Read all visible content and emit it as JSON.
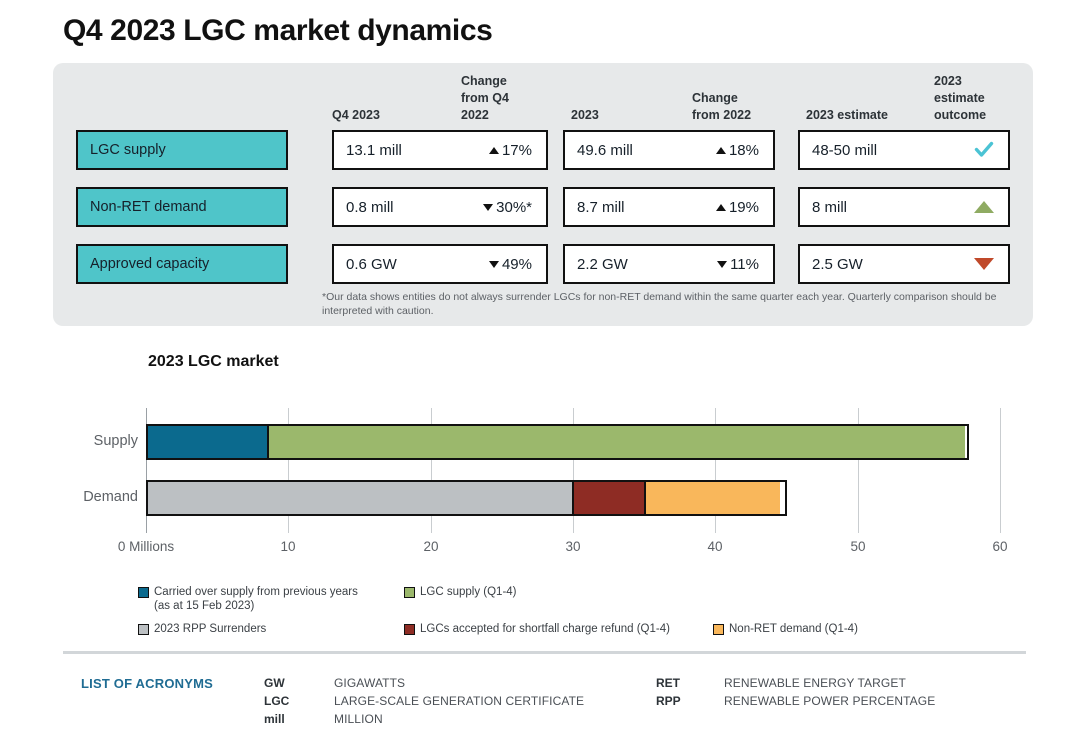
{
  "page_title": "Q4 2023 LGC market dynamics",
  "summary_table": {
    "column_headers": [
      "Q4 2023",
      "Change\nfrom Q4\n2022",
      "2023",
      "Change\nfrom 2022",
      "2023 estimate",
      "2023\nestimate\noutcome"
    ],
    "header_q4_2023": "Q4 2023",
    "header_change_q4_2022_l1": "Change",
    "header_change_q4_2022_l2": "from Q4",
    "header_change_q4_2022_l3": "2022",
    "header_2023": "2023",
    "header_change_2022_l1": "Change",
    "header_change_2022_l2": "from 2022",
    "header_2023_estimate": "2023 estimate",
    "header_outcome_l1": "2023",
    "header_outcome_l2": "estimate",
    "header_outcome_l3": "outcome",
    "rows": [
      {
        "label": "LGC supply",
        "q4_2023": "13.1 mill",
        "change_q4": "17%",
        "change_q4_dir": "up",
        "y2023": "49.6 mill",
        "change_2023": "18%",
        "change_2023_dir": "up",
        "estimate": "48-50 mill",
        "outcome_icon": "check-icon",
        "outcome_color": "#4bc3d4"
      },
      {
        "label": "Non-RET demand",
        "q4_2023": "0.8 mill",
        "change_q4": "30%*",
        "change_q4_dir": "down",
        "y2023": "8.7 mill",
        "change_2023": "19%",
        "change_2023_dir": "up",
        "estimate": "8 mill",
        "outcome_icon": "triangle-up-icon",
        "outcome_color": "#8fab62"
      },
      {
        "label": "Approved capacity",
        "q4_2023": "0.6 GW",
        "change_q4": "49%",
        "change_q4_dir": "down",
        "y2023": "2.2 GW",
        "change_2023": "11%",
        "change_2023_dir": "down",
        "estimate": "2.5 GW",
        "outcome_icon": "triangle-down-icon",
        "outcome_color": "#c0492a"
      }
    ],
    "footnote": "*Our data shows entities do not always surrender LGCs for non-RET demand within the same quarter each year. Quarterly comparison should be interpreted with caution."
  },
  "chart_data": {
    "type": "bar",
    "orientation": "horizontal",
    "stacked": true,
    "title": "2023 LGC market",
    "xlabel": "",
    "ylabel": "",
    "categories": [
      "Supply",
      "Demand"
    ],
    "xlim": [
      0,
      60
    ],
    "xticks": [
      0,
      10,
      20,
      30,
      40,
      50,
      60
    ],
    "xtick_labels": [
      "0 Millions",
      "10",
      "20",
      "30",
      "40",
      "50",
      "60"
    ],
    "grid": true,
    "legend_position": "bottom",
    "series": [
      {
        "name": "Carried over supply from previous years (as at 15 Feb 2023)",
        "legend_line1": "Carried over supply from previous years",
        "legend_line2": "(as at 15 Feb 2023)",
        "color": "#0b6a8e",
        "category": "Supply",
        "value": 8.6
      },
      {
        "name": "LGC supply (Q1-4)",
        "legend_line1": "LGC supply (Q1-4)",
        "legend_line2": "",
        "color": "#9bb86c",
        "category": "Supply",
        "value": 49.0
      },
      {
        "name": "2023 RPP Surrenders",
        "legend_line1": "2023 RPP Surrenders",
        "legend_line2": "",
        "color": "#bcc0c3",
        "category": "Demand",
        "value": 29.8
      },
      {
        "name": "LGCs accepted for shortfall charge refund (Q1-4)",
        "legend_line1": "LGCs accepted for shortfall charge refund (Q1-4)",
        "legend_line2": "",
        "color": "#8e2c24",
        "category": "Demand",
        "value": 5.2
      },
      {
        "name": "Non-RET demand (Q1-4)",
        "legend_line1": "Non-RET demand (Q1-4)",
        "legend_line2": "",
        "color": "#f9b75b",
        "category": "Demand",
        "value": 9.8
      }
    ],
    "totals": {
      "Supply": 57.6,
      "Demand": 44.8
    }
  },
  "acronyms": {
    "title": "LIST OF ACRONYMS",
    "left": [
      {
        "key": "GW",
        "value": "GIGAWATTS"
      },
      {
        "key": "LGC",
        "value": "LARGE-SCALE GENERATION CERTIFICATE"
      },
      {
        "key": "mill",
        "value": "MILLION"
      }
    ],
    "right": [
      {
        "key": "RET",
        "value": "RENEWABLE ENERGY TARGET"
      },
      {
        "key": "RPP",
        "value": "RENEWABLE POWER PERCENTAGE"
      }
    ]
  }
}
